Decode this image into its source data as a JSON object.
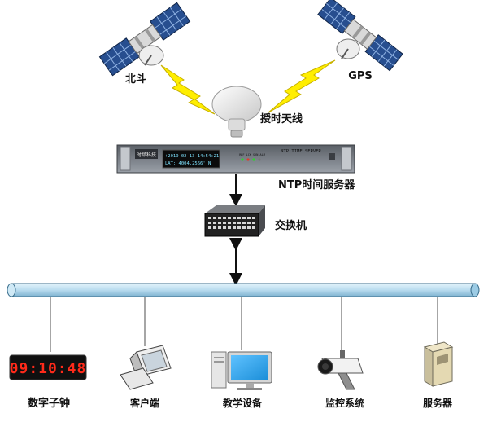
{
  "labels": {
    "beidou": "北斗",
    "gps": "GPS",
    "antenna": "授时天线",
    "ntp_server": "NTP时间服务器",
    "switch": "交换机",
    "digital_clock": "数字子钟",
    "client": "客户端",
    "teaching_equipment": "教学设备",
    "monitoring_system": "监控系统",
    "server": "服务器"
  },
  "server_panel": {
    "brand": "时频科技",
    "title": "NTP TIME SERVER",
    "display_line1": "+2019-02-13 14:54:21",
    "display_line2": "LAT: 4004.2566' N",
    "indicators": "REF LCK SYN ALM"
  },
  "clock_display": "09:10:48",
  "colors": {
    "backbone": "#b9dcef",
    "backbone_stroke": "#3a6e8c",
    "lightning": "#ffee00",
    "clock_digits": "#ff2a1a",
    "server_body": "#2a2b2e"
  }
}
